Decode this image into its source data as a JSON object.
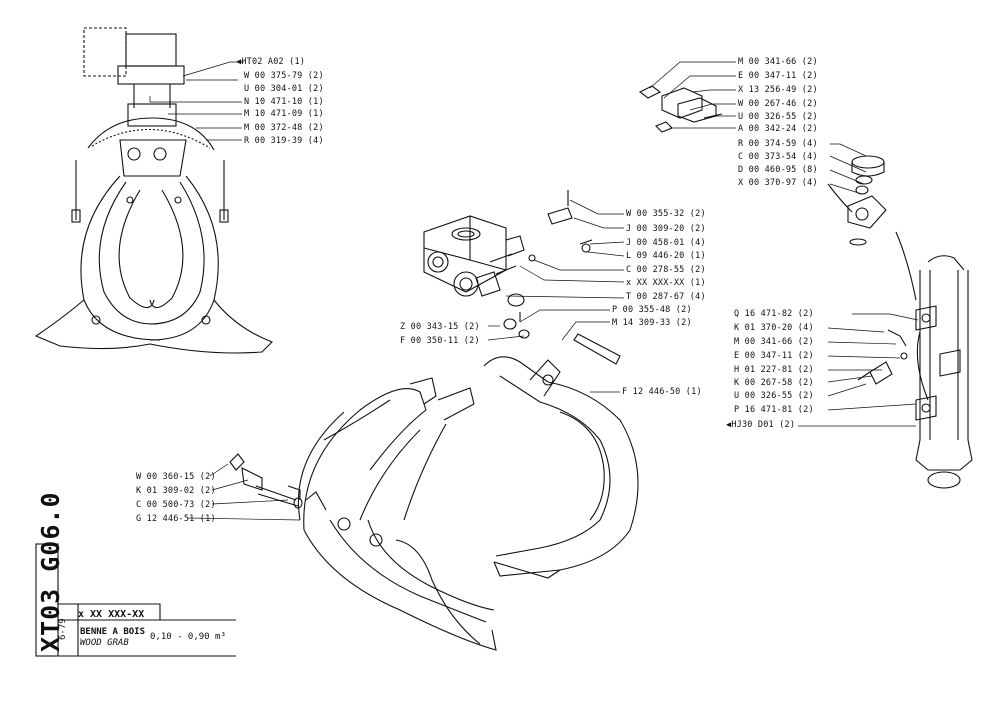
{
  "title_block": {
    "drawing_code": "XT03 G06.0",
    "date_code": "6-79",
    "part_code": "x XX XXX-XX",
    "name_fr": "BENNE A BOIS",
    "name_en": "WOOD GRAB",
    "capacity": "0,10 - 0,90 m³"
  },
  "callouts_top_left": [
    "HT02  A02 (1)",
    "W 00 375-79 (2)",
    "U 00 304-01 (2)",
    "N 10 471-10 (1)",
    "M 10 471-09 (1)",
    "M 00 372-48 (2)",
    "R 00 319-39 (4)"
  ],
  "callouts_top_right": [
    "M 00 341-66 (2)",
    "E 00 347-11 (2)",
    "X 13 256-49 (2)",
    "W 00 267-46 (2)",
    "U 00 326-55 (2)",
    "A 00 342-24 (2)",
    "R 00 374-59 (4)",
    "C 00 373-54 (4)",
    "D 00 460-95 (8)",
    "X 00 370-97 (4)"
  ],
  "callouts_center": [
    "W 00 355-32 (2)",
    "J 00 309-20 (2)",
    "J 00 458-01 (4)",
    "L 09 446-20 (1)",
    "C 00 278-55 (2)",
    "x XX XXX-XX (1)",
    "T 00 287-67 (4)",
    "P 00 355-48 (2)",
    "M 14 309-33 (2)",
    "F 12 446-50 (1)"
  ],
  "callouts_center_left": [
    "Z 00 343-15 (2)",
    "F 00 350-11 (2)"
  ],
  "callouts_bottom_left": [
    "W 00 360-15 (2)",
    "K 01 309-02 (2)",
    "C 00 500-73 (2)",
    "G 12 446-51 (1)"
  ],
  "callouts_right": [
    "Q 16 471-82 (2)",
    "K 01 370-20 (4)",
    "M 00 341-66 (2)",
    "E 00 347-11 (2)",
    "H 01 227-81 (2)",
    "K 00 267-58 (2)",
    "U 00 326-55 (2)",
    "P 16 471-81 (2)",
    "HJ30  D01 (2)"
  ]
}
